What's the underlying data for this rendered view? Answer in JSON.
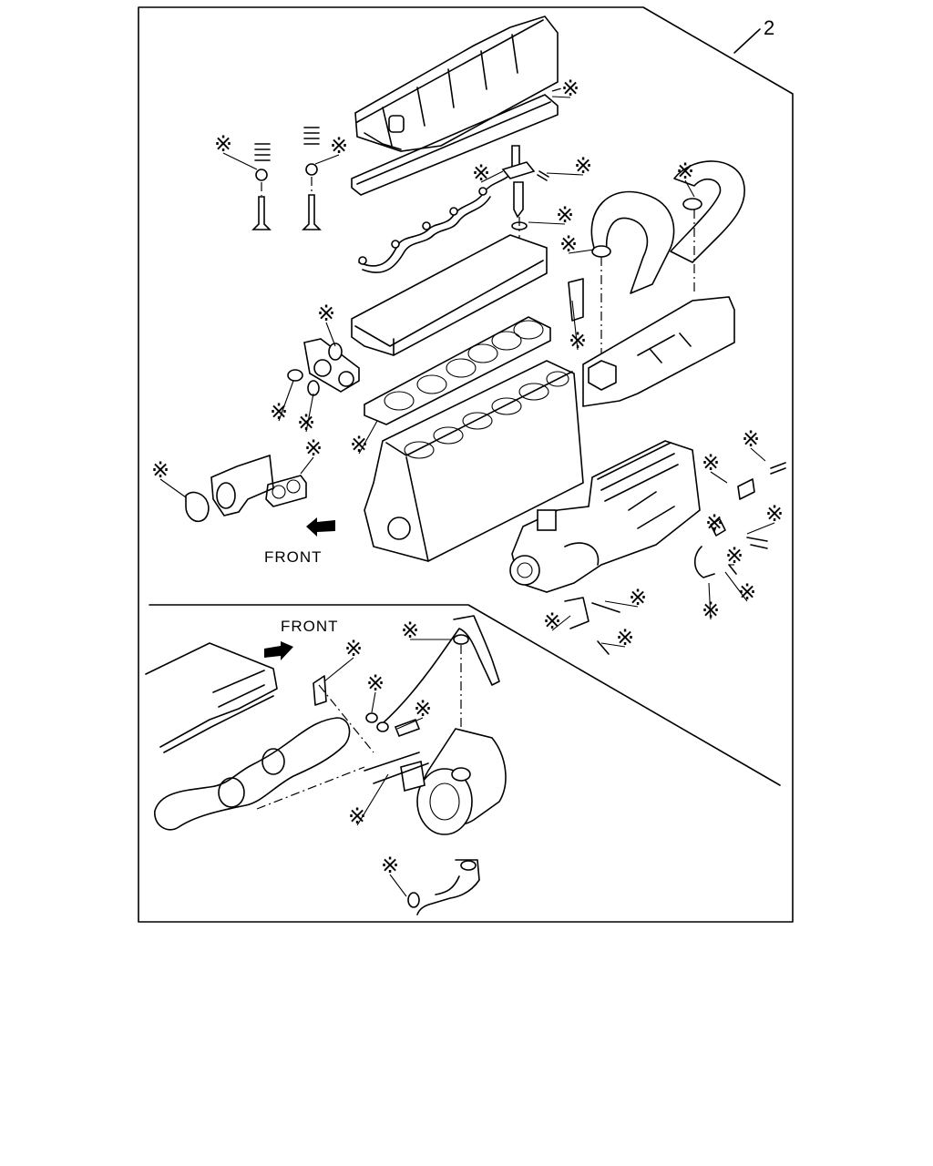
{
  "diagram": {
    "callout_number": "2",
    "main_front_label": "FRONT",
    "inset_front_label": "FRONT",
    "marker_symbol": "※"
  }
}
